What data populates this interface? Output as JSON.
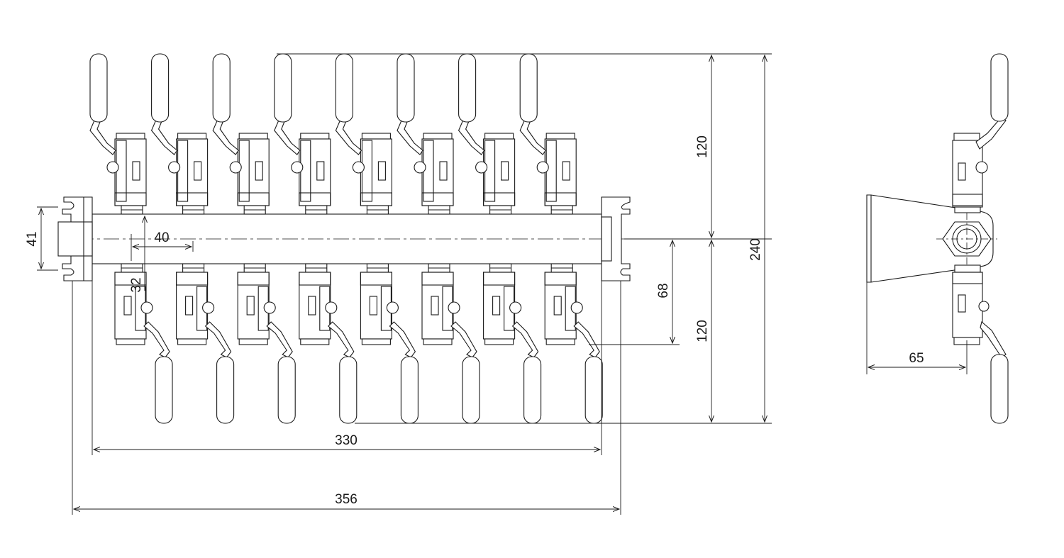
{
  "drawing": {
    "line_color": "#1a1a1a",
    "fill_color": "#ffffff",
    "valve_count_per_side": 8
  },
  "dimensions": {
    "flange_height": "41",
    "valve_spacing": "40",
    "outlet_offset": "32",
    "upper_height": "120",
    "lower_height": "120",
    "total_height": "240",
    "handle_reach": "68",
    "pipe_length": "330",
    "overall_length": "356",
    "side_depth": "65"
  }
}
